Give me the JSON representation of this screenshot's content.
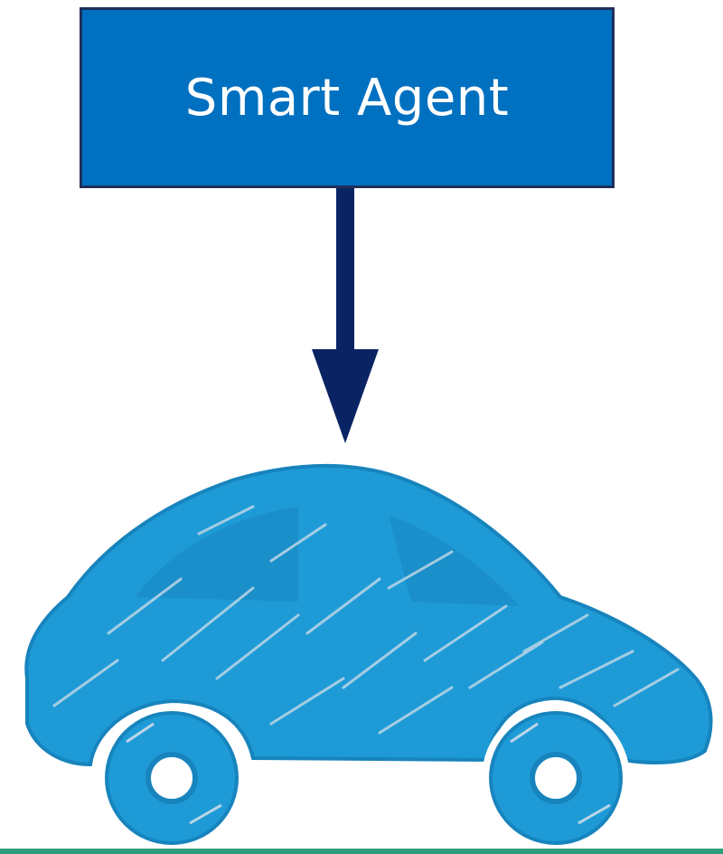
{
  "diagram": {
    "agent_box": {
      "label": "Smart Agent"
    },
    "arrow": {
      "direction": "down"
    },
    "car_icon": {
      "style": "hand-drawn sketch"
    }
  },
  "colors": {
    "box_fill": "#0070c0",
    "box_border": "#1f2f5a",
    "box_text": "#ffffff",
    "arrow": "#0a2463",
    "car_fill": "#1e9bd7",
    "car_scribble": "#bcd6e6",
    "ground_line": "#2e9e7a"
  }
}
